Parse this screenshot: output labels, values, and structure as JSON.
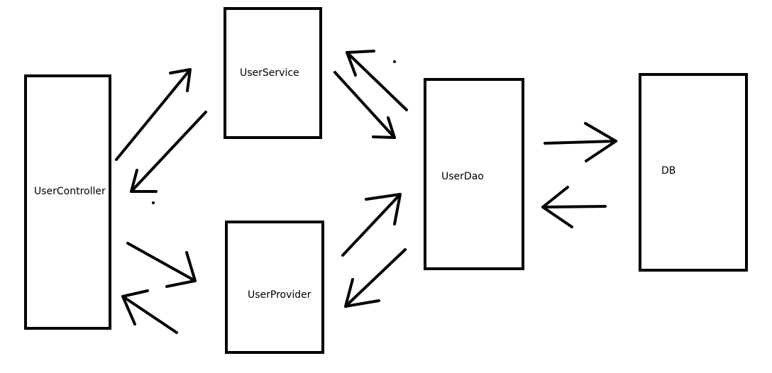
{
  "diagram": {
    "nodes": {
      "user_controller": "UserController",
      "user_service": "UserService",
      "user_provider": "UserProvider",
      "user_dao": "UserDao",
      "db": "DB"
    }
  },
  "colors": {
    "stroke": "#000000",
    "background": "#ffffff"
  }
}
